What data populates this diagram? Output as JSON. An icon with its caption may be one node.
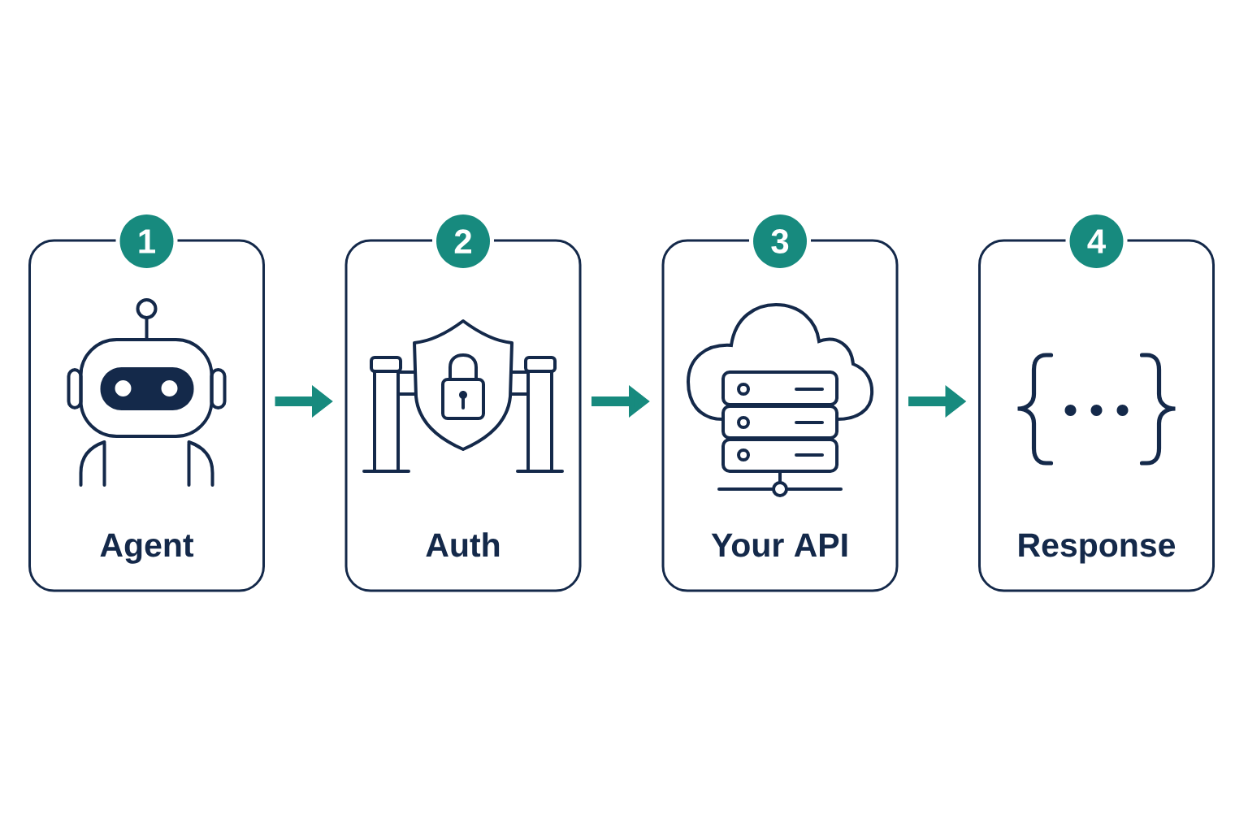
{
  "diagram": {
    "nodes": [
      {
        "text": [
          "1"
        ]
      },
      {
        "text": [
          "Agent"
        ]
      },
      {
        "text": [
          "2"
        ]
      },
      {
        "text": [
          "Auth"
        ]
      },
      {
        "text": [
          "3"
        ]
      },
      {
        "text": [
          "Your API"
        ]
      },
      {
        "text": [
          "4"
        ]
      },
      {
        "text": [
          "Response"
        ]
      }
    ],
    "edges": [
      {
        "from": 1,
        "to": 3,
        "arrow": "to"
      },
      {
        "from": 3,
        "to": 5,
        "arrow": "to"
      },
      {
        "from": 5,
        "to": 7,
        "arrow": "to"
      }
    ]
  }
}
